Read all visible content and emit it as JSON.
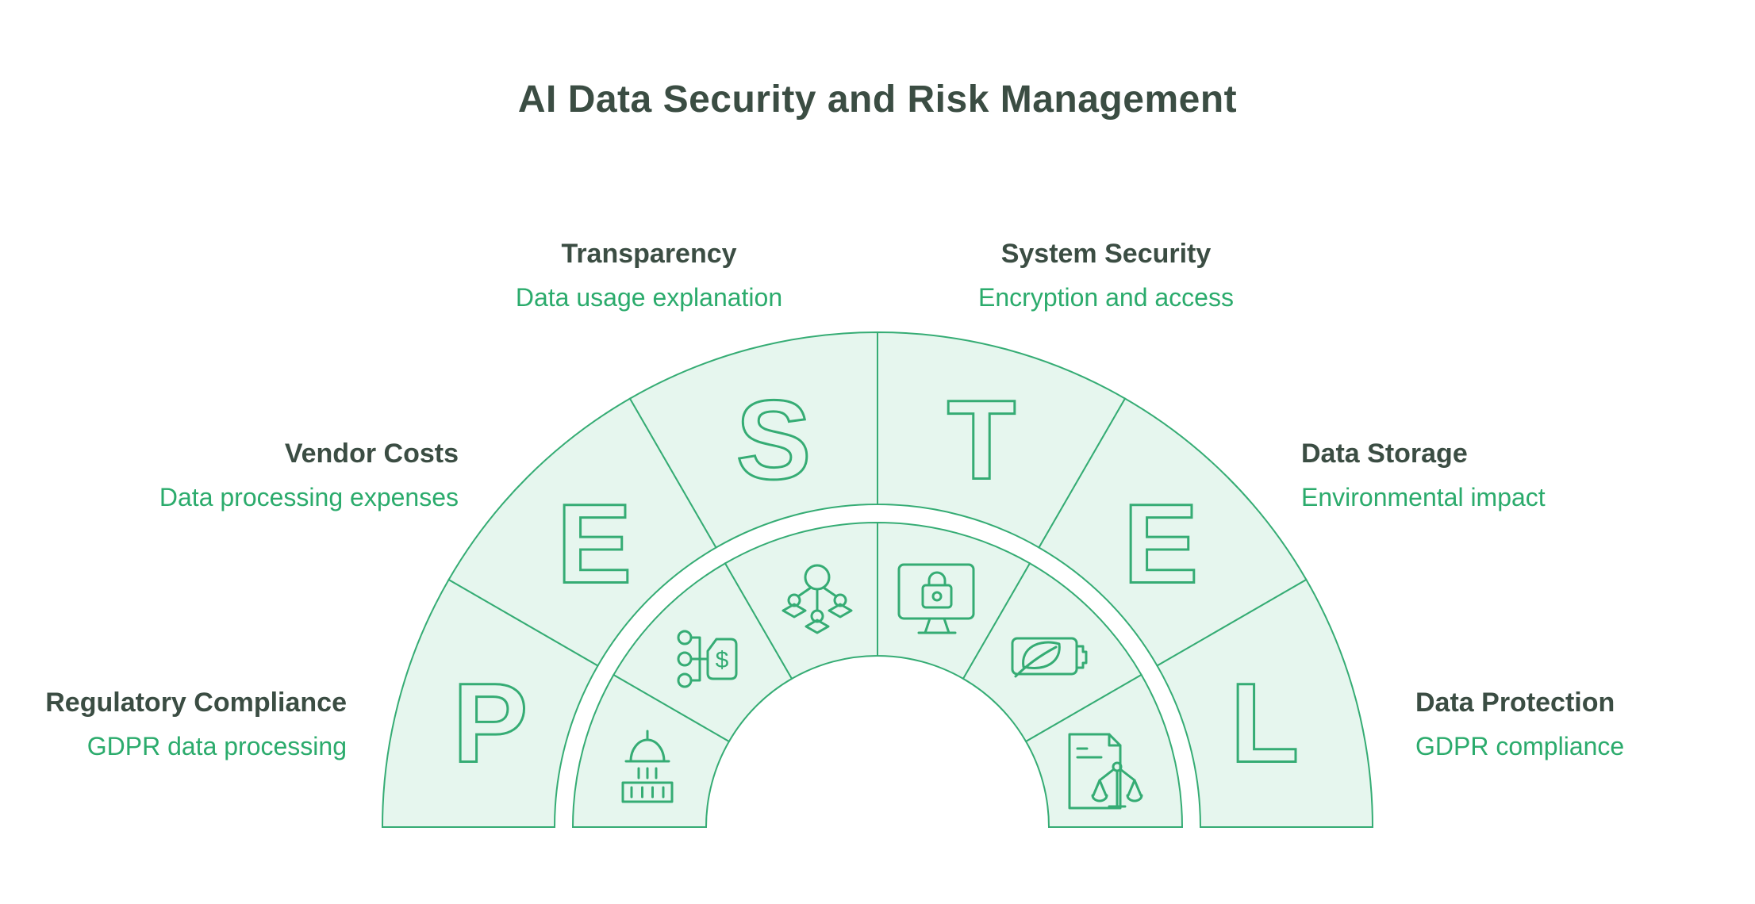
{
  "title": "AI Data Security and Risk Management",
  "colors": {
    "line_green": "#35ac74",
    "segment_fill": "#e6f6ee",
    "description_green": "#2bab6c",
    "heading_dark": "#3b4d43",
    "background": "#ffffff"
  },
  "framework": {
    "name_letters": "PESTEL",
    "segments": [
      {
        "letter": "P",
        "icon": "government-building-icon",
        "heading": "Regulatory Compliance",
        "description": "GDPR data processing"
      },
      {
        "letter": "E",
        "icon": "cost-tag-icon",
        "heading": "Vendor Costs",
        "description": "Data processing expenses"
      },
      {
        "letter": "S",
        "icon": "org-chart-people-icon",
        "heading": "Transparency",
        "description": "Data usage explanation"
      },
      {
        "letter": "T",
        "icon": "monitor-lock-icon",
        "heading": "System Security",
        "description": "Encryption and access"
      },
      {
        "letter": "E",
        "icon": "eco-battery-leaf-icon",
        "heading": "Data Storage",
        "description": "Environmental impact"
      },
      {
        "letter": "L",
        "icon": "legal-document-scales-icon",
        "heading": "Data Protection",
        "description": "GDPR compliance"
      }
    ]
  }
}
